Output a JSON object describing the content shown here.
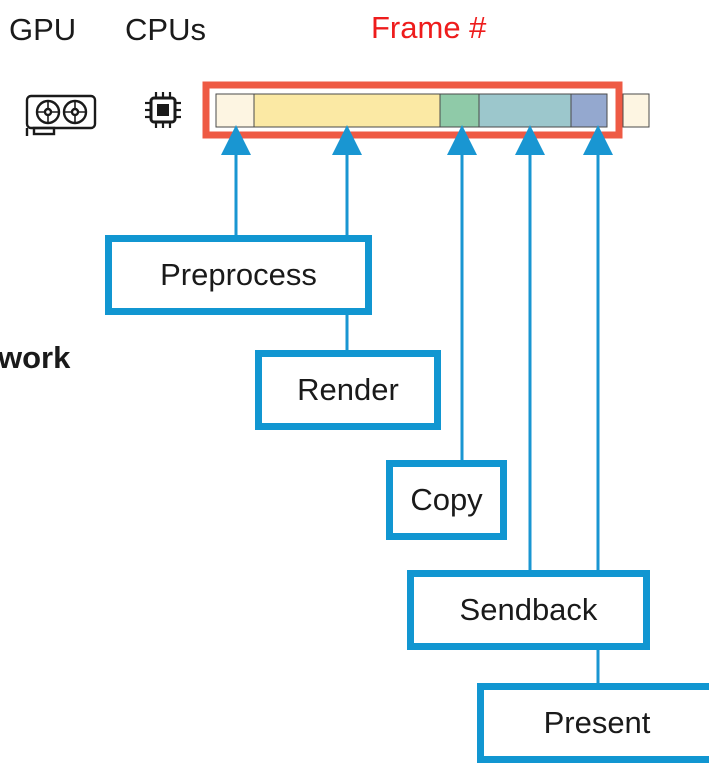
{
  "header": {
    "gpu_label": "GPU",
    "cpu_label": "CPUs",
    "frame_label": "Frame #"
  },
  "icons": {
    "gpu": "graphics-card-icon",
    "cpu": "cpu-chip-icon"
  },
  "side_text": "work",
  "stages": [
    {
      "id": "preprocess",
      "label": "Preprocess",
      "color": "#fdf5e2"
    },
    {
      "id": "render",
      "label": "Render",
      "color": "#fbe9a4"
    },
    {
      "id": "copy",
      "label": "Copy",
      "color": "#8fcaa8"
    },
    {
      "id": "sendback",
      "label": "Sendback",
      "color": "#9cc7cc"
    },
    {
      "id": "present",
      "label": "Present",
      "color": "#94a8cf"
    }
  ],
  "colors": {
    "frame_highlight": "#ee5a44",
    "frame_label": "#ee1c1c",
    "arrow": "#1996d2",
    "box_border": "#1196d1",
    "next_frame_segment": "#fdf5e2"
  }
}
